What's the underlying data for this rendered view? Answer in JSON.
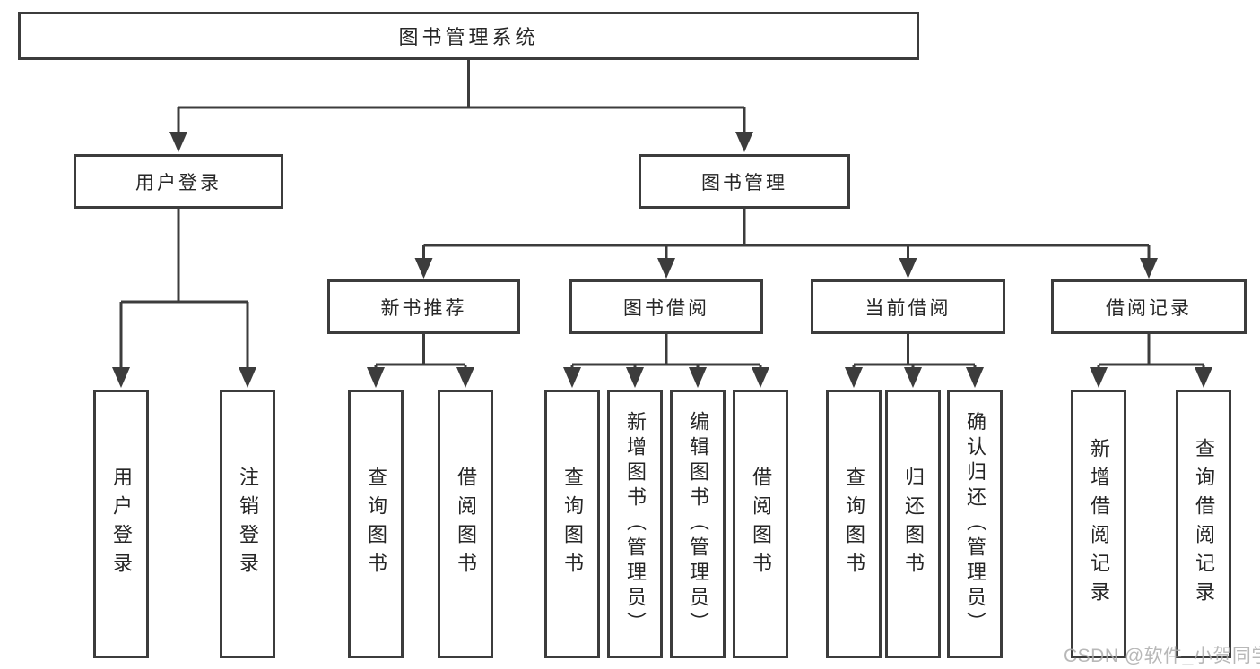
{
  "diagram": {
    "tree": {
      "root": {
        "label": "图书管理系统"
      },
      "branches": [
        {
          "label": "用户登录",
          "children": [
            {
              "label": "用户登录"
            },
            {
              "label": "注销登录"
            }
          ]
        },
        {
          "label": "图书管理",
          "children": [
            {
              "label": "新书推荐",
              "children": [
                {
                  "label": "查询图书"
                },
                {
                  "label": "借阅图书"
                }
              ]
            },
            {
              "label": "图书借阅",
              "children": [
                {
                  "label": "查询图书"
                },
                {
                  "label": "新增图书（管理员）"
                },
                {
                  "label": "编辑图书（管理员）"
                },
                {
                  "label": "借阅图书"
                }
              ]
            },
            {
              "label": "当前借阅",
              "children": [
                {
                  "label": "查询图书"
                },
                {
                  "label": "归还图书"
                },
                {
                  "label": "确认归还（管理员）"
                }
              ]
            },
            {
              "label": "借阅记录",
              "children": [
                {
                  "label": "新增借阅记录"
                },
                {
                  "label": "查询借阅记录"
                }
              ]
            }
          ]
        }
      ]
    },
    "colors": {
      "line": "#3c3c3c",
      "text": "#262626",
      "background": "#ffffff",
      "watermark": "#ababab"
    },
    "watermark": "CSDN @软件_小贺同学"
  }
}
